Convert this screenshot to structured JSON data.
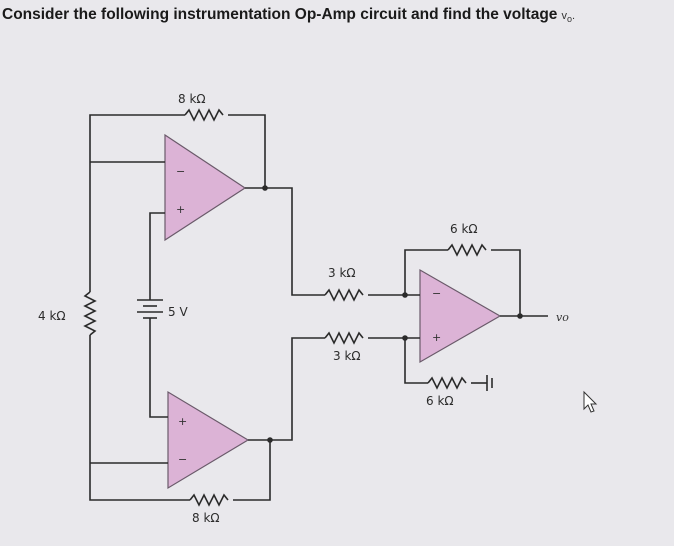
{
  "question": {
    "text": "Consider the following instrumentation Op-Amp circuit and find the voltage",
    "var": "v",
    "var_sub": "o",
    "suffix": "."
  },
  "circuit": {
    "r_top_feedback": "8 kΩ",
    "r_bottom_feedback": "8 kΩ",
    "r_gain": "4 kΩ",
    "source": "5 V",
    "r_in_top": "3 kΩ",
    "r_in_bottom": "3 kΩ",
    "r_feedback_diff": "6 kΩ",
    "r_ground": "6 kΩ",
    "output": "vo",
    "minus": "−",
    "plus": "+"
  }
}
